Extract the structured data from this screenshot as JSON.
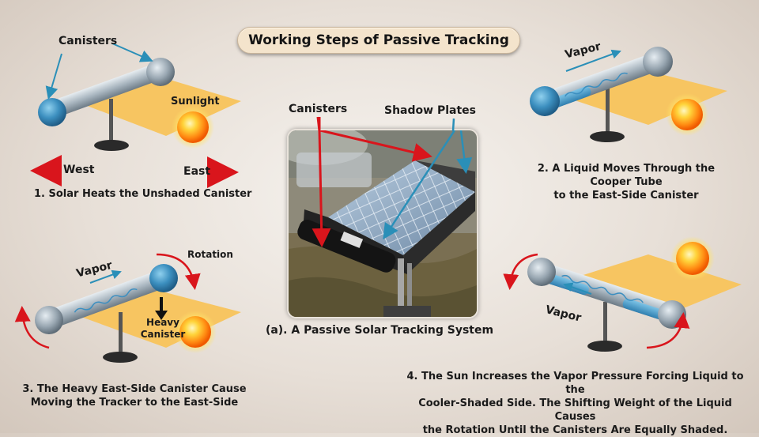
{
  "title": "Working Steps of Passive Tracking",
  "steps": {
    "step1": {
      "caption": "1. Solar Heats the Unshaded Canister",
      "canisters_label": "Canisters",
      "sunlight_label": "Sunlight",
      "west_label": "West",
      "east_label": "East"
    },
    "step2": {
      "caption_lines": [
        "2. A Liquid Moves Through the",
        "Cooper Tube",
        "to the East-Side Canister"
      ],
      "vapor_label": "Vapor"
    },
    "step3": {
      "caption_lines": [
        "3. The Heavy East-Side Canister Cause",
        "Moving the Tracker to the East-Side"
      ],
      "vapor_label": "Vapor",
      "rotation_label": "Rotation",
      "heavy_label_lines": [
        "Heavy",
        "Canister"
      ]
    },
    "step4": {
      "caption_lines": [
        "4. The Sun Increases the Vapor Pressure Forcing Liquid to the",
        "Cooler-Shaded Side. The Shifting Weight of the Liquid Causes",
        "the Rotation Until the Canisters Are Equally Shaded."
      ],
      "vapor_label": "Vapor"
    }
  },
  "photo": {
    "caption": "(a). A Passive Solar Tracking System",
    "canisters_label": "Canisters",
    "shadow_plates_label": "Shadow Plates"
  },
  "colors": {
    "accent_red": "#d9151c",
    "accent_blue": "#2a8fb8",
    "platform": "#f7c561",
    "canister_blue": "#3d8fc0"
  }
}
